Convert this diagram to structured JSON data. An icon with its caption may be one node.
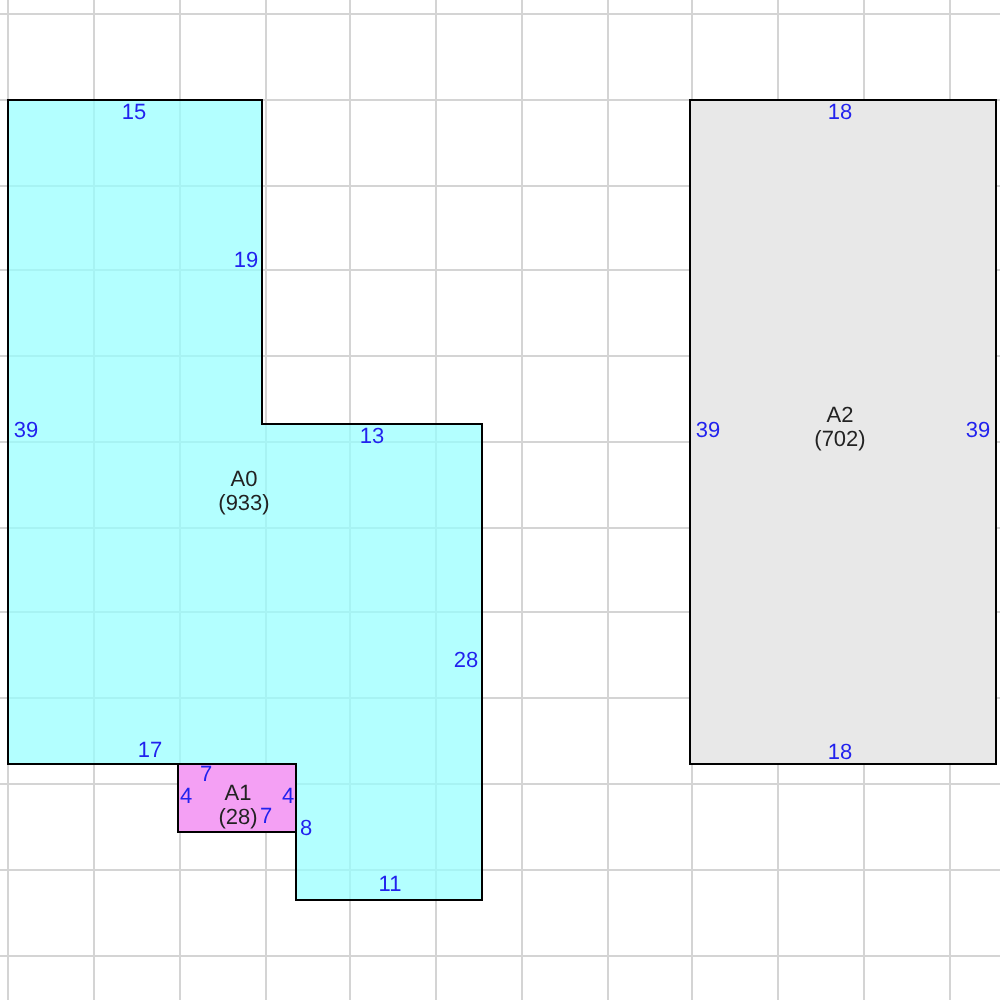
{
  "diagram": {
    "nodes": [
      {
        "text": [
          "A0",
          "(933)"
        ]
      },
      {
        "text": [
          "A1",
          "(28)"
        ]
      },
      {
        "text": [
          "A2",
          "(702)"
        ]
      }
    ],
    "labels": [
      "15",
      "18",
      "19",
      "39",
      "13",
      "39",
      "39",
      "28",
      "17",
      "18",
      "7",
      "4",
      "4",
      "7",
      "8",
      "11"
    ]
  }
}
